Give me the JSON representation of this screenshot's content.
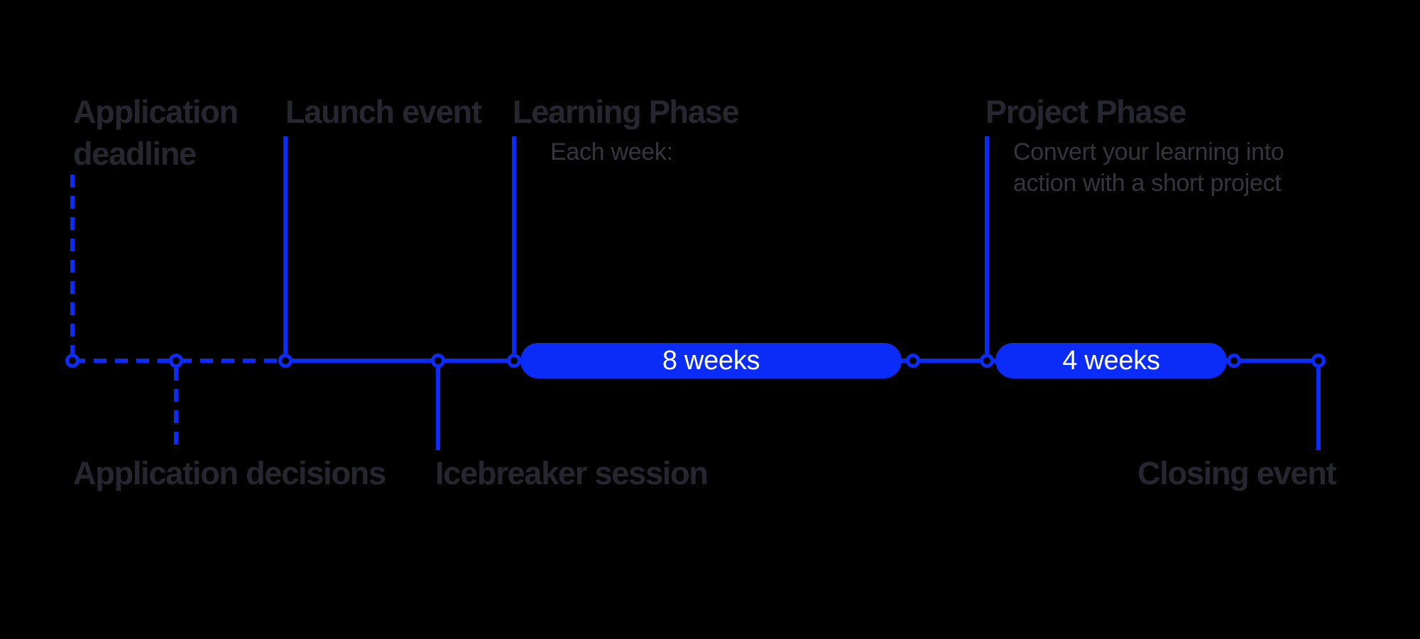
{
  "colors": {
    "background": "#000000",
    "accent_blue": "#0B2CF6",
    "title_text": "#26262E",
    "subtitle_text": "#35353D",
    "pill_text": "#FFFFFF"
  },
  "timeline": {
    "events_top": [
      {
        "id": "application-deadline",
        "label": "Application\ndeadline"
      },
      {
        "id": "launch-event",
        "label": "Launch event"
      },
      {
        "id": "learning-phase",
        "label": "Learning Phase",
        "subtitle": "Each week:"
      },
      {
        "id": "project-phase",
        "label": "Project Phase",
        "subtitle": "Convert your learning into\naction with a short project"
      }
    ],
    "events_bottom": [
      {
        "id": "application-decisions",
        "label": "Application decisions"
      },
      {
        "id": "icebreaker-session",
        "label": "Icebreaker session"
      },
      {
        "id": "closing-event",
        "label": "Closing event"
      }
    ],
    "durations": [
      {
        "id": "learning-phase-duration",
        "label": "8 weeks"
      },
      {
        "id": "project-phase-duration",
        "label": "4 weeks"
      }
    ]
  }
}
